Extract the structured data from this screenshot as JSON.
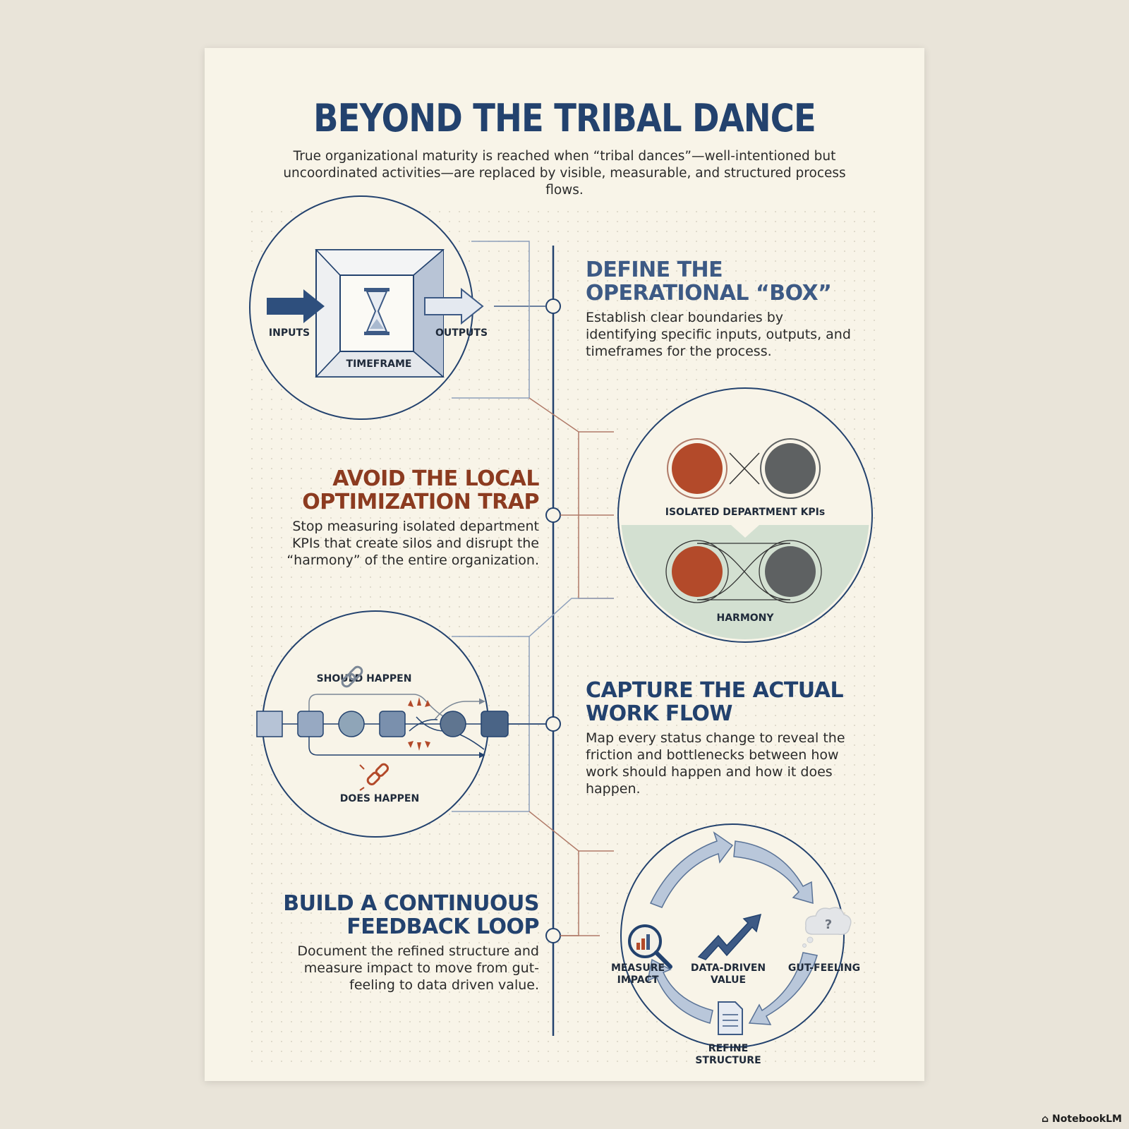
{
  "title": "BEYOND THE TRIBAL DANCE",
  "subtitle": "True organizational maturity is reached when “tribal dances”—well-intentioned but uncoordinated activities—are replaced by visible, measurable, and structured process flows.",
  "sections": [
    {
      "heading": "DEFINE THE OPERATIONAL “BOX”",
      "body": "Establish clear boundaries by identifying specific inputs, outputs, and timeframes for the process.",
      "color": "#3d5a85",
      "labels": {
        "inputs": "INPUTS",
        "outputs": "OUTPUTS",
        "timeframe": "TIMEFRAME"
      },
      "icons": [
        "hourglass-icon",
        "arrow-right-icon"
      ]
    },
    {
      "heading": "AVOID THE LOCAL OPTIMIZATION TRAP",
      "body": "Stop measuring isolated department KPIs that create silos and disrupt the “harmony” of the entire organization.",
      "color": "#8c3b20",
      "labels": {
        "top": "ISOLATED DEPARTMENT KPIs",
        "bottom": "HARMONY"
      }
    },
    {
      "heading": "CAPTURE THE ACTUAL WORK FLOW",
      "body": "Map every status change to reveal the friction and bottlenecks between how work should happen and how it does happen.",
      "color": "#23426e",
      "labels": {
        "should": "SHOULD HAPPEN",
        "does": "DOES HAPPEN"
      },
      "icons": [
        "chain-link-icon",
        "broken-chain-icon"
      ]
    },
    {
      "heading": "BUILD A CONTINUOUS FEEDBACK LOOP",
      "body": "Document the refined structure and measure impact to move from gut-feeling to data driven value.",
      "color": "#23426e",
      "labels": {
        "measure": [
          "MEASURE",
          "IMPACT"
        ],
        "value": [
          "DATA-DRIVEN",
          "VALUE"
        ],
        "gut": "GUT-FEELING",
        "refine": [
          "REFINE",
          "STRUCTURE"
        ]
      },
      "icons": [
        "magnifier-chart-icon",
        "trend-arrow-icon",
        "thought-cloud-icon",
        "document-icon"
      ]
    }
  ],
  "colors": {
    "navy": "#23426e",
    "rust": "#b34a2a",
    "gray": "#5e6162",
    "sage": "#d3e0d1",
    "steel": "#a9b9cf"
  },
  "brand": "NotebookLM"
}
